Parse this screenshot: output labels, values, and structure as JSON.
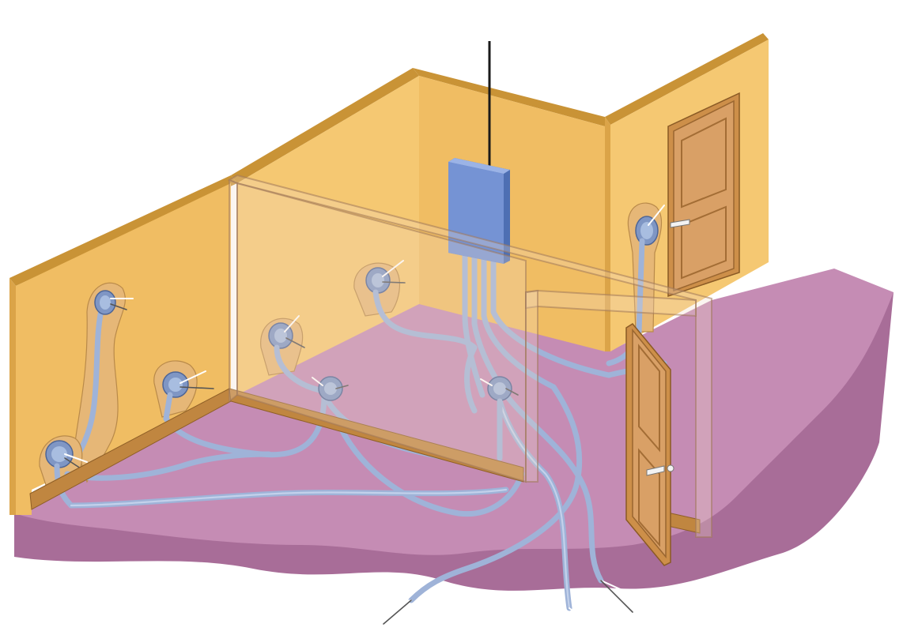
{
  "diagram": {
    "labels": [],
    "colors": {
      "wall": "#f0bd63",
      "wall_top": "#c99336",
      "floor": "#c58cb4",
      "conduit": "#9fb3d8",
      "distribution_box": "#6f8fcf",
      "door": "#d9a066"
    },
    "components": [
      "distribution-box",
      "wall-sockets",
      "flexible-conduits",
      "doors",
      "baseboards",
      "transparent-partition-wall"
    ]
  }
}
